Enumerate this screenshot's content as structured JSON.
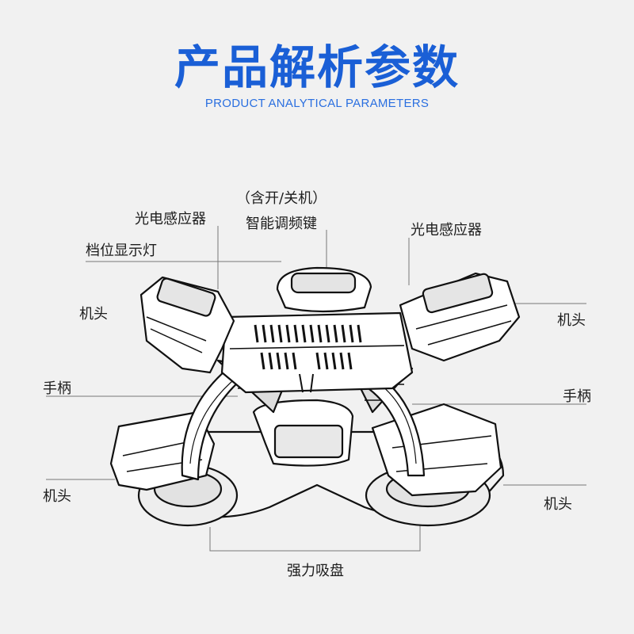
{
  "header": {
    "title": "产品解析参数",
    "subtitle": "PRODUCT ANALYTICAL PARAMETERS"
  },
  "labels": {
    "onoff": "（含开/关机）",
    "freq_key": "智能调频键",
    "sensor_left": "光电感应器",
    "sensor_right": "光电感应器",
    "gear_light": "档位显示灯",
    "head_upper_left": "机头",
    "head_upper_right": "机头",
    "handle_left": "手柄",
    "handle_right": "手柄",
    "head_lower_left": "机头",
    "head_lower_right": "机头",
    "suction_cup": "强力吸盘"
  },
  "colors": {
    "title": "#1a5fd6",
    "subtitle": "#2a6fe0",
    "background": "#f1f1f1",
    "line": "#777777",
    "ink": "#111111"
  }
}
